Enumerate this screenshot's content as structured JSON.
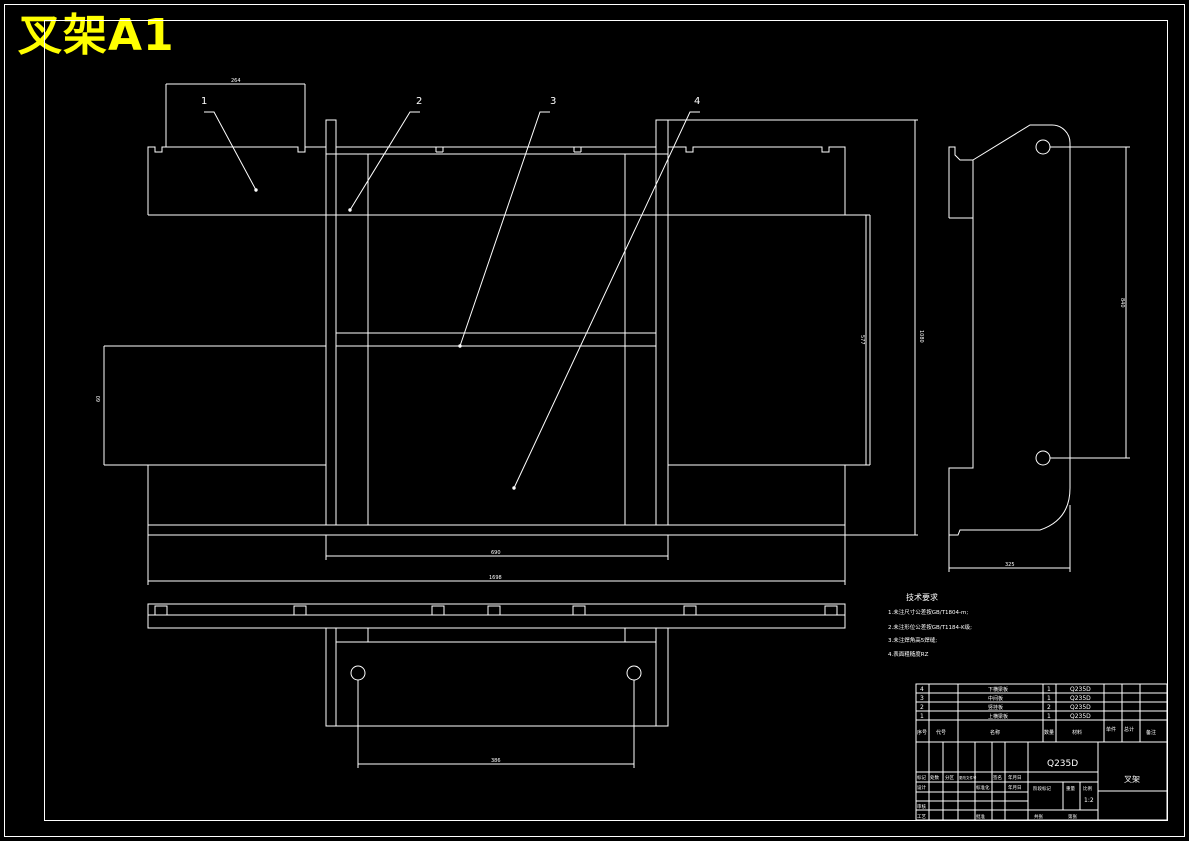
{
  "title": "叉架A1",
  "balloons": [
    "1",
    "2",
    "3",
    "4"
  ],
  "dimensions": {
    "top_width": "264",
    "main_height": "1080",
    "plate_height": "577",
    "left_height": "60",
    "inner_width": "690",
    "overall_width": "1698",
    "side_pitch": "840",
    "side_depth": "325",
    "hole_pitch": "386"
  },
  "tech_requirements": {
    "heading": "技术要求",
    "items": [
      "1.未注尺寸公差按GB/T1804-m;",
      "2.未注形位公差按GB/T1184-K级;",
      "3.未注焊角高5焊缝;",
      "4.表面粗糙度RZ"
    ]
  },
  "parts_list": {
    "rows": [
      {
        "no": "4",
        "name": "下横梁板",
        "qty": "1",
        "material": "Q235D"
      },
      {
        "no": "3",
        "name": "中间板",
        "qty": "1",
        "material": "Q235D"
      },
      {
        "no": "2",
        "name": "竖挂板",
        "qty": "2",
        "material": "Q235D"
      },
      {
        "no": "1",
        "name": "上横梁板",
        "qty": "1",
        "material": "Q235D"
      }
    ],
    "header": {
      "no": "序号",
      "code": "代号",
      "name": "名称",
      "qty": "数量",
      "material": "材料",
      "unit_weight": "单件",
      "total_weight": "总计",
      "note": "备注"
    }
  },
  "title_block": {
    "material": "Q235D",
    "drawing_name": "叉架",
    "scale": "1:2",
    "labels": {
      "mark": "标记",
      "count": "处数",
      "zone": "分区",
      "change_doc": "更改文件号",
      "sign": "签名",
      "date": "年月日",
      "design": "设计",
      "standardize": "标准化",
      "stage_mark": "阶段标记",
      "weight": "重量",
      "scale_label": "比例",
      "review": "审核",
      "process": "工艺",
      "approve": "批准",
      "sheet_total": "共张",
      "sheet_no": "第张"
    }
  }
}
